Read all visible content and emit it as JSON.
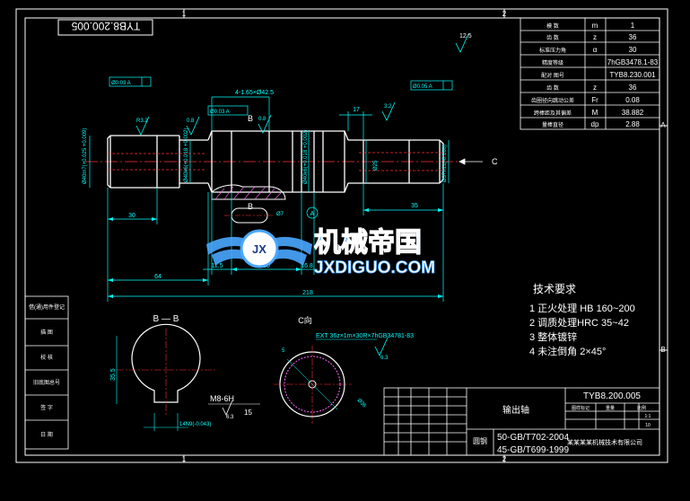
{
  "drawing": {
    "code_mirrored": "TYB8.200.005",
    "grid_numbers": [
      "1",
      "2"
    ],
    "grid_letters": [
      "A",
      "B"
    ],
    "top_roughness": "12.5",
    "section_label": "B — B",
    "view_label": "C向",
    "view_arrow_label": "C",
    "section_marker": "B",
    "datum_a": "A",
    "spline_note": "EXT 36z×1m×30R×7hGB34781-83",
    "thread_note": "M8-6H",
    "depth_note": "15",
    "angle_note": "6.3",
    "hole_note": "14N9(-0.043)",
    "dims": {
      "d_left": "Ø40m7(+0.025 +0.009)",
      "d_bearing": "Ø40k6(+0.018 +0.002)",
      "d_mid": "Ø40k6(+0.018 +0.002)",
      "d_spline": "Ø37h11(-0.160)",
      "d_25": "Ø25",
      "holes": "4-1.65×Ø42.5",
      "len_30": "30",
      "len_64": "64",
      "len_115": "11.5",
      "len_30b": "30",
      "len_168": "16.8",
      "len_218": "218",
      "len_35": "35",
      "len_17": "17",
      "sec_depth": "35.5",
      "r3": "R3.2",
      "r08": "0.8",
      "r08b": "0.8",
      "r32": "3.2",
      "bore": "Ø36",
      "phi7": "Ø7",
      "phi5": "5"
    },
    "tolerance_frames": [
      "Ø0.03 A",
      "Ø0.03 A",
      "Ø0.05 A"
    ]
  },
  "spline_table": {
    "rows": [
      {
        "label": "模    数",
        "sym": "m",
        "val": "1"
      },
      {
        "label": "齿    数",
        "sym": "z",
        "val": "36"
      },
      {
        "label": "标准压力角",
        "sym": "α",
        "val": "30"
      },
      {
        "label": "精度等级",
        "sym": "",
        "val": "7hGB3478.1-83"
      },
      {
        "label": "配对  图号",
        "sym": "",
        "val": "TYB8.230.001"
      },
      {
        "label": "齿    数",
        "sym": "z",
        "val": "36"
      },
      {
        "label": "齿圈径向跳动公差",
        "sym": "Fr",
        "val": "0.08"
      },
      {
        "label": "跨棒距及其偏差",
        "sym": "M",
        "val": "38.882"
      },
      {
        "label": "量棒直径",
        "sym": "dp",
        "val": "2.88"
      }
    ]
  },
  "tech": {
    "title": "技术要求",
    "items": [
      "1  正火处理 HB 160~200",
      "2  调质处理HRC 35~42",
      "3  整体镀锌",
      "4  未注倒角 2×45°"
    ]
  },
  "left_strip": [
    "借(通)用件登记",
    "描    图",
    "校    核",
    "旧底图总号",
    "签    字",
    "日    期"
  ],
  "title_block": {
    "part_name": "输出轴",
    "drawing_no": "TYB8.200.005",
    "material_label": "圆钢",
    "material_1": "50-GB/T702-2004",
    "material_2": "45-GB/T699-1999",
    "company": "某某某某机械技术有限公司",
    "scale_label": "图样标记",
    "weight_label": "重量",
    "ratio_label": "比例",
    "ratio": "1:1",
    "count": "10"
  },
  "watermark": {
    "cn": "机械帝国",
    "en": "JXDIGUO.COM",
    "badge": "JX"
  },
  "colors": {
    "frame": "#ffffff",
    "object": "#ffffff",
    "dimension": "#00ffff",
    "center": "#ff3030",
    "hatch": "#ff66ff",
    "text": "#ffffff",
    "green": "#40ff40",
    "blue_wm": "#4aa8ff"
  }
}
